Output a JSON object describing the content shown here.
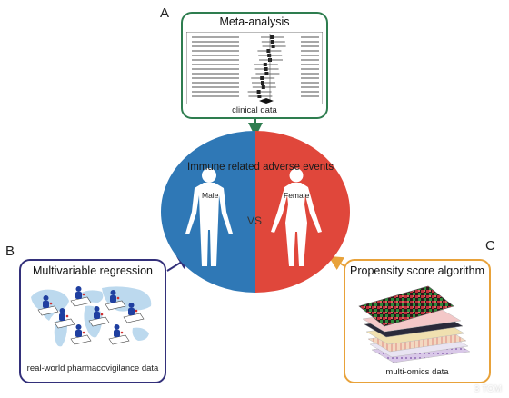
{
  "colors": {
    "meta_border": "#2e7d4f",
    "regression_border": "#33307a",
    "propensity_border": "#e8a23a",
    "male_half": "#2f78b6",
    "female_half": "#e0473b",
    "silhouette": "#ffffff",
    "map_land": "#bcd9ee"
  },
  "panels": {
    "a": {
      "letter": "A",
      "title": "Meta-analysis",
      "caption": "clinical data"
    },
    "b": {
      "letter": "B",
      "title": "Multivariable regression",
      "caption": "real-world pharmacovigilance data"
    },
    "c": {
      "letter": "C",
      "title": "Propensity score algorithm",
      "caption": "multi-omics data"
    }
  },
  "center": {
    "title": "Immune related adverse events",
    "male_label": "Male",
    "female_label": "Female",
    "vs_label": "VS"
  },
  "icons": {
    "male_figure": "male-silhouette-icon",
    "female_figure": "female-silhouette-icon",
    "forest_plot": "forest-plot-icon",
    "world_map": "world-map-icon",
    "heatmap_stack": "heatmap-stack-icon"
  },
  "watermark": "3 TOM"
}
